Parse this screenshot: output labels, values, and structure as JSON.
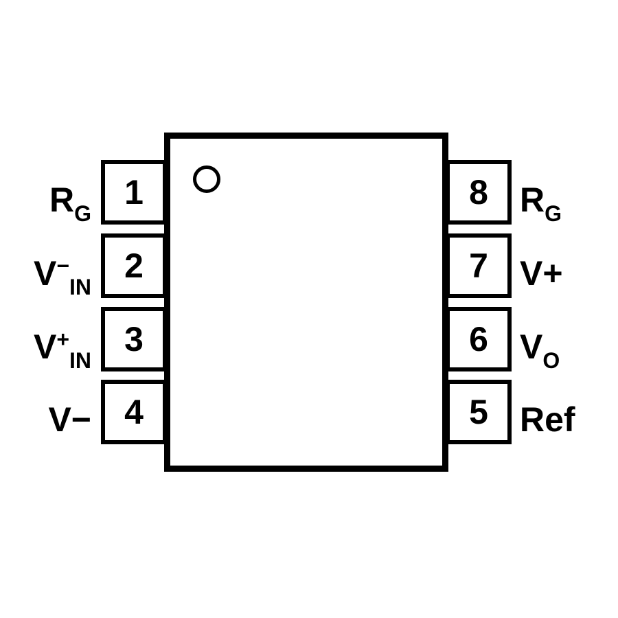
{
  "diagram": {
    "type": "ic-pinout",
    "package_pins": 8
  },
  "colors": {
    "line": "#000000",
    "background": "#ffffff"
  },
  "pins": {
    "left": [
      {
        "number": "1",
        "label": {
          "base": "R",
          "sub": "G"
        }
      },
      {
        "number": "2",
        "label": {
          "base": "V",
          "sup": "−",
          "sub": "IN"
        }
      },
      {
        "number": "3",
        "label": {
          "base": "V",
          "sup": "+",
          "sub": "IN"
        }
      },
      {
        "number": "4",
        "label": {
          "base": "V−"
        }
      }
    ],
    "right": [
      {
        "number": "8",
        "label": {
          "base": "R",
          "sub": "G"
        }
      },
      {
        "number": "7",
        "label": {
          "base": "V+"
        }
      },
      {
        "number": "6",
        "label": {
          "base": "V",
          "sub": "O"
        }
      },
      {
        "number": "5",
        "label": {
          "base": "Ref"
        }
      }
    ]
  }
}
